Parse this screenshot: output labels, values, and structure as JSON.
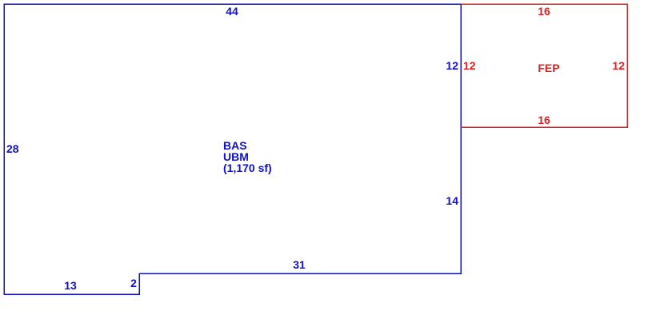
{
  "colors": {
    "main": "#1010c8",
    "porch": "#e02020",
    "background": "#ffffff"
  },
  "main_area": {
    "code": "BAS",
    "subcode": "UBM",
    "area": "(1,170 sf)",
    "sides": {
      "top": "44",
      "left": "28",
      "bottom_left": "13",
      "step": "2",
      "bottom_right": "31",
      "right_lower": "14",
      "right_upper": "12"
    }
  },
  "porch_area": {
    "code": "FEP",
    "sides": {
      "top": "16",
      "bottom": "16",
      "left": "12",
      "right": "12"
    }
  }
}
